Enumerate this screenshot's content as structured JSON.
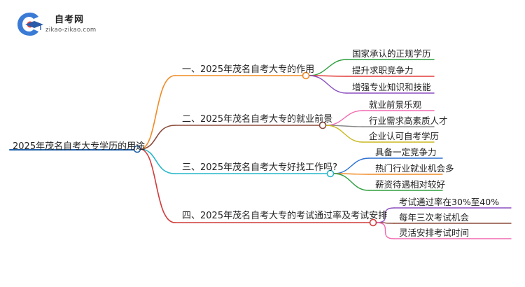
{
  "logo": {
    "title": "自考网",
    "subtitle": "zikao-zikao.com",
    "brand_blue": "#3a7bd5",
    "brand_red": "#e8453c"
  },
  "root": {
    "label": "2025年茂名自考大专学历的用途",
    "color": "#1f5fa8"
  },
  "branches": [
    {
      "label": "一、2025年茂名自考大专的作用",
      "color": "#f08a24",
      "children": [
        {
          "label": "国家承认的正规学历",
          "color": "#2e9e3e"
        },
        {
          "label": "提升求职竞争力",
          "color": "#e23b3b"
        },
        {
          "label": "增强专业知识和技能",
          "color": "#8c4fc0"
        }
      ]
    },
    {
      "label": "二、2025年茂名自考大专的就业前景",
      "color": "#8b4a3a",
      "children": [
        {
          "label": "就业前景乐观",
          "color": "#f06ab0"
        },
        {
          "label": "行业需求高素质人才",
          "color": "#8a8a8a"
        },
        {
          "label": "企业认可自考学历",
          "color": "#c8b820"
        }
      ]
    },
    {
      "label": "三、2025年茂名自考大专好找工作吗?",
      "color": "#27b7c9",
      "children": [
        {
          "label": "具备一定竞争力",
          "color": "#2a6fd1"
        },
        {
          "label": "热门行业就业机会多",
          "color": "#f08a24"
        },
        {
          "label": "薪资待遇相对较好",
          "color": "#2e9e3e"
        }
      ]
    },
    {
      "label": "四、2025年茂名自考大专的考试通过率及考试安排",
      "color": "#d23a3a",
      "children": [
        {
          "label": "考试通过率在30%至40%",
          "color": "#8c4fc0"
        },
        {
          "label": "每年三次考试机会",
          "color": "#8b4a3a"
        },
        {
          "label": "灵活安排考试时间",
          "color": "#f06ab0"
        }
      ]
    }
  ]
}
